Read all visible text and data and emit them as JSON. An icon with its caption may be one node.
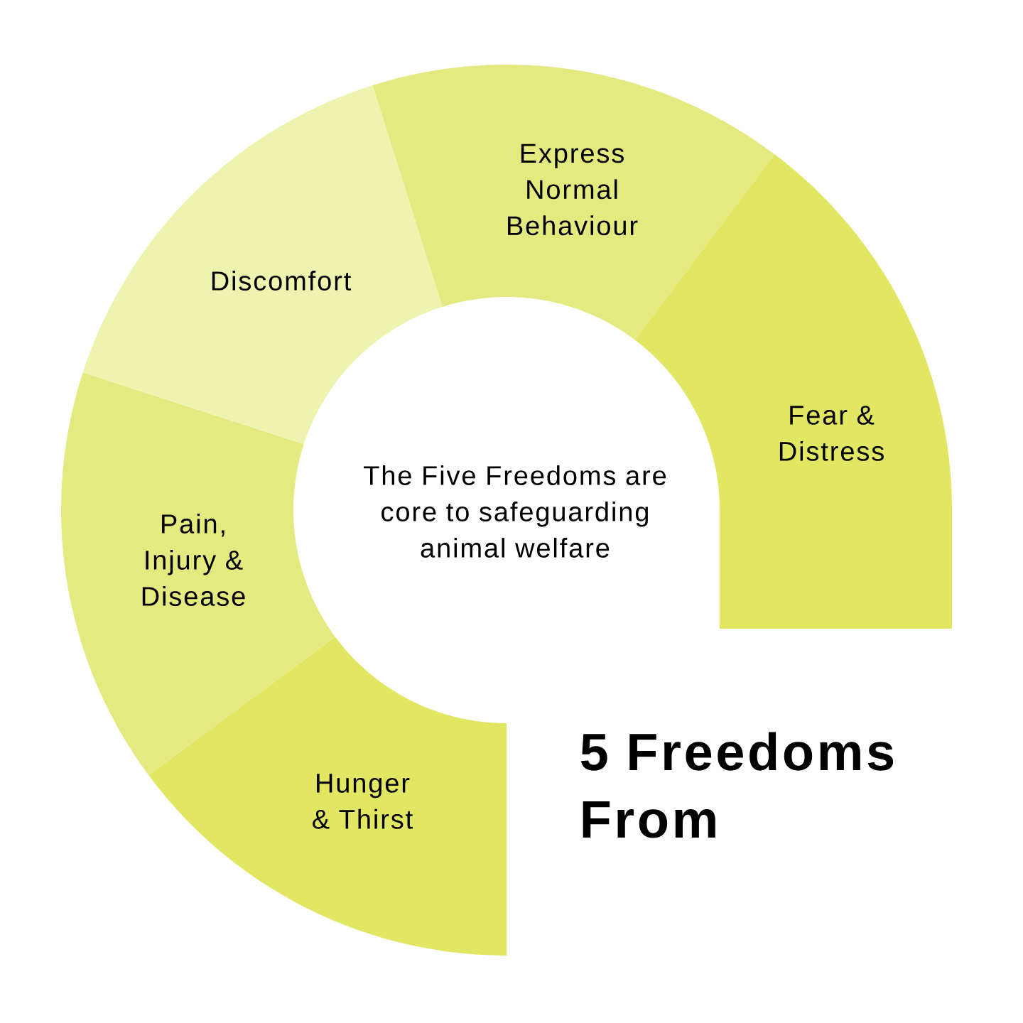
{
  "diagram": {
    "title": "5 Freedoms From",
    "nodes": [
      {
        "text": [
          "Hunger & Thirst"
        ]
      },
      {
        "text": [
          "Pain, Injury & Disease"
        ]
      },
      {
        "text": [
          "Discomfort"
        ]
      },
      {
        "text": [
          "Express Normal Behaviour"
        ]
      },
      {
        "text": [
          "Fear & Distress"
        ]
      }
    ],
    "labels": [
      "The Five Freedoms are core to safeguarding animal welfare"
    ]
  }
}
